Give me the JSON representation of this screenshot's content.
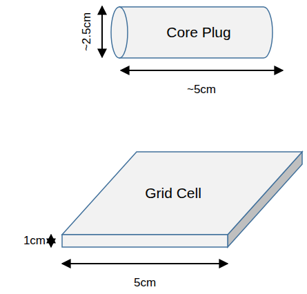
{
  "diagram": {
    "nodes": [
      {
        "text": [
          "Core Plug"
        ]
      },
      {
        "text": [
          "Grid Cell"
        ]
      }
    ],
    "labels": [
      "~2.5cm",
      "~5cm",
      "1cm",
      "5cm"
    ]
  }
}
